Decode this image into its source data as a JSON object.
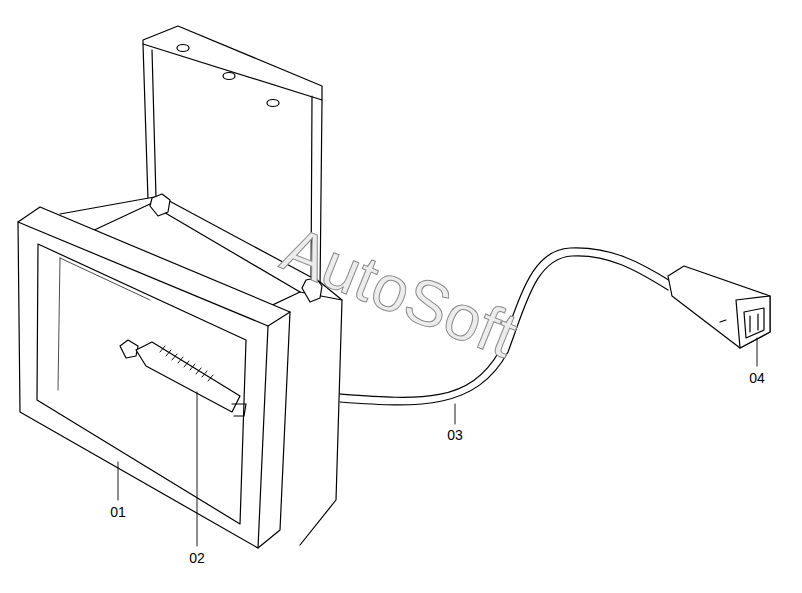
{
  "diagram": {
    "labels": [
      "AutoSoft",
      "04",
      "03",
      "01",
      "02"
    ]
  }
}
